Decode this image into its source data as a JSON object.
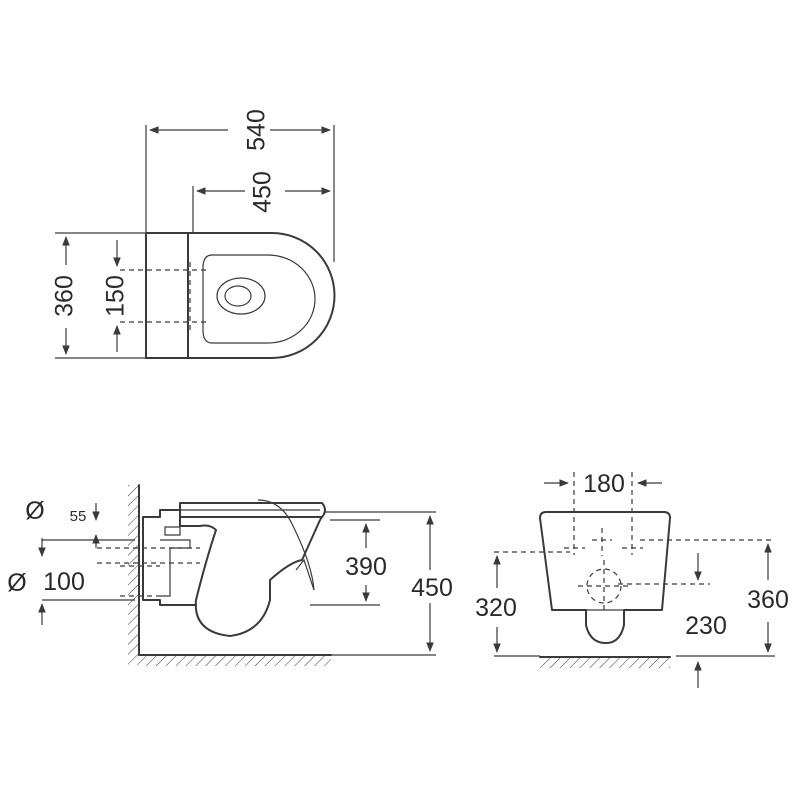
{
  "top_view": {
    "overall_length": "540",
    "bowl_length": "450",
    "width": "360",
    "fixing_spacing": "150"
  },
  "side_view": {
    "diameter_symbol_1": "Ø",
    "inlet_offset": "55",
    "diameter_symbol_2": "Ø",
    "outlet_diameter": "100",
    "rim_to_fixing": "390",
    "total_height": "450"
  },
  "rear_view": {
    "bolt_spacing": "180",
    "fixing_height": "320",
    "outlet_height": "230",
    "total_height": "360"
  },
  "colors": {
    "line": "#3a3a3a",
    "text": "#2a2a2a",
    "background": "#ffffff"
  }
}
